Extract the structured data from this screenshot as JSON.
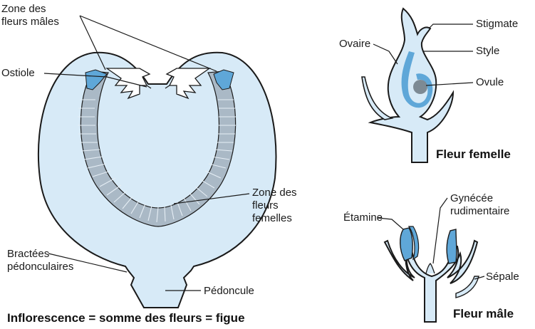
{
  "colors": {
    "tissue": "#d7eaf7",
    "flower_zone": "#aab9c6",
    "male_flowers": "#5fa7d8",
    "ovule": "#7d8a94",
    "outline": "#1a1a1a"
  },
  "fig": {
    "labels": {
      "zone_males_line1": "Zone des",
      "zone_males_line2": "fleurs mâles",
      "ostiole": "Ostiole",
      "zone_femelles_line1": "Zone des",
      "zone_femelles_line2": "fleurs",
      "zone_femelles_line3": "femelles",
      "bractees_line1": "Bractées",
      "bractees_line2": "pédonculaires",
      "pedoncule": "Pédoncule"
    },
    "caption": "Inflorescence = somme des fleurs = figue"
  },
  "female": {
    "labels": {
      "stigmate": "Stigmate",
      "ovaire": "Ovaire",
      "style": "Style",
      "ovule": "Ovule"
    },
    "caption": "Fleur femelle"
  },
  "male": {
    "labels": {
      "gynecee_line1": "Gynécée",
      "gynecee_line2": "rudimentaire",
      "etamine": "Étamine",
      "sepale": "Sépale"
    },
    "caption": "Fleur mâle"
  }
}
